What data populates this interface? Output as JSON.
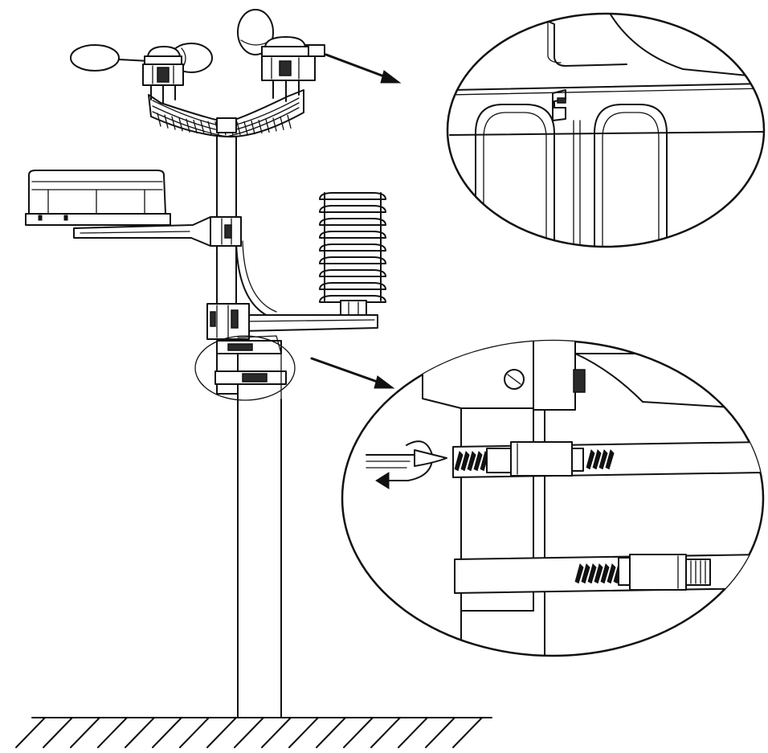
{
  "figure": {
    "kind": "line-drawing",
    "subject": "weather-station-mounted-on-pole",
    "line_color": "#111111",
    "background": "#ffffff",
    "callouts": [
      {
        "name": "vane-mount-detail",
        "shape": "circle"
      },
      {
        "name": "pole-clamp-detail",
        "shape": "circle"
      }
    ]
  }
}
